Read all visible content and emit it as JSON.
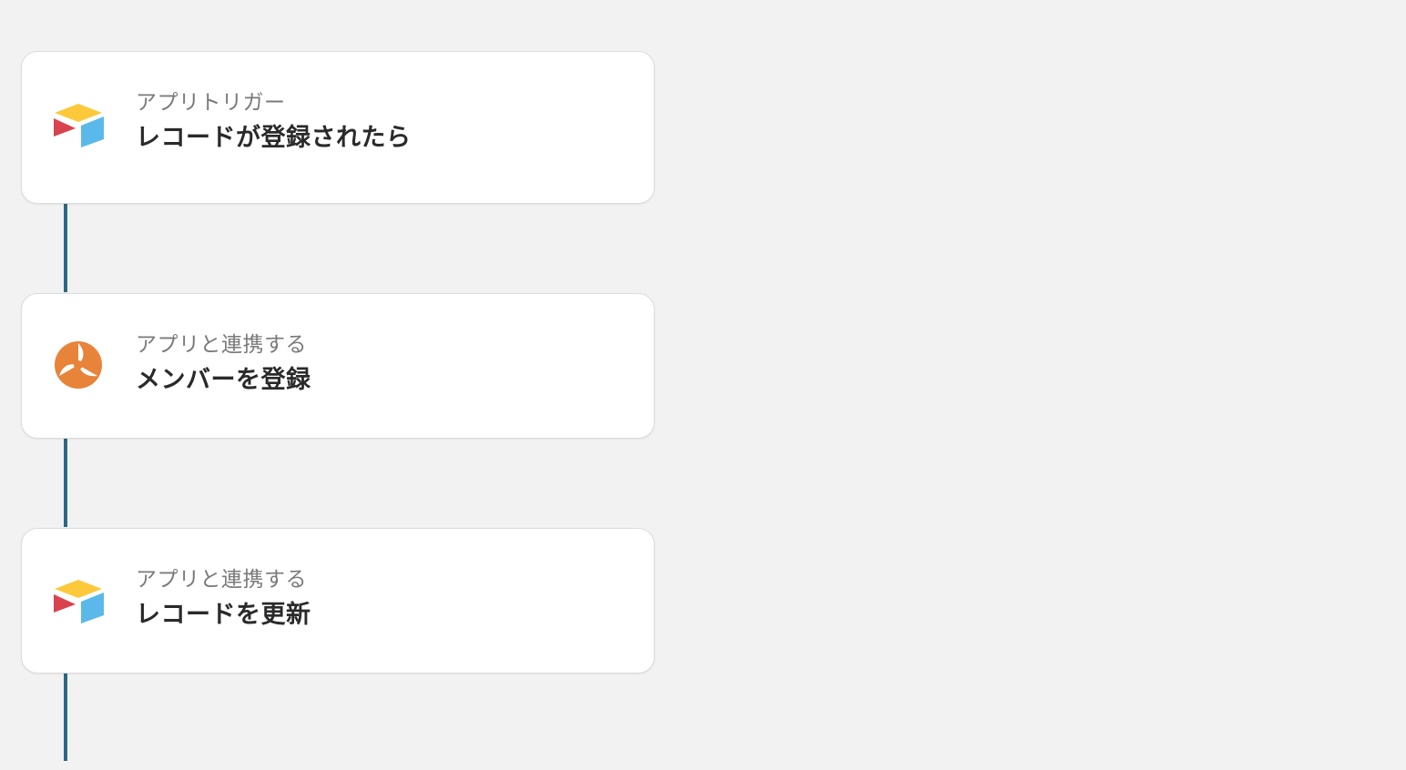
{
  "flow": {
    "steps": [
      {
        "icon": "airtable-icon",
        "type_label": "アプリトリガー",
        "title": "レコードが登録されたら"
      },
      {
        "icon": "orange-swirl-app-icon",
        "type_label": "アプリと連携する",
        "title": "メンバーを登録"
      },
      {
        "icon": "airtable-icon",
        "type_label": "アプリと連携する",
        "title": "レコードを更新"
      }
    ]
  },
  "colors": {
    "background": "#f2f2f2",
    "card": "#ffffff",
    "connector": "#2b6786",
    "airtable_yellow": "#fcc93a",
    "airtable_red": "#d9434f",
    "airtable_blue": "#5bb8ea",
    "swirl_orange": "#e8833a"
  }
}
